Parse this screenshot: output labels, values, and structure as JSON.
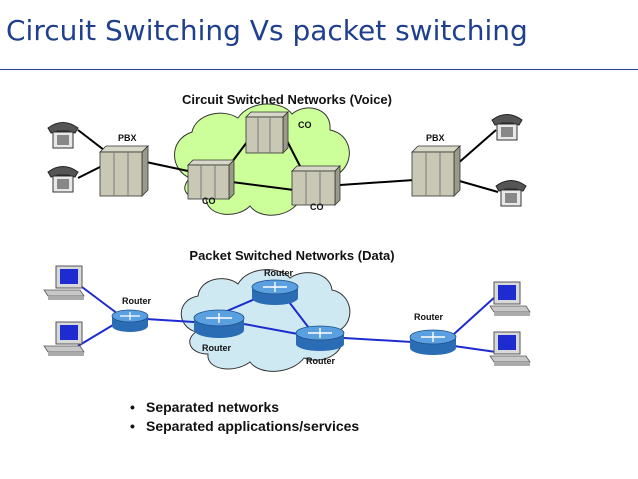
{
  "slide": {
    "title": "Circuit Switching  Vs packet switching"
  },
  "circuit": {
    "title": "Circuit Switched Networks (Voice)",
    "pbx_left": "PBX",
    "pbx_right": "PBX",
    "co_labels": [
      "CO",
      "CO",
      "CO"
    ]
  },
  "packet": {
    "title": "Packet Switched Networks (Data)",
    "router_labels": [
      "Router",
      "Router",
      "Router",
      "Router",
      "Router"
    ]
  },
  "bullets": [
    "Separated networks",
    "Separated applications/services"
  ],
  "colors": {
    "title_text": "#1f3f8f",
    "voice_cloud": "#ccff99",
    "data_cloud": "#cfe9f3",
    "data_link": "#1d2ccf",
    "voice_link": "#000000"
  }
}
